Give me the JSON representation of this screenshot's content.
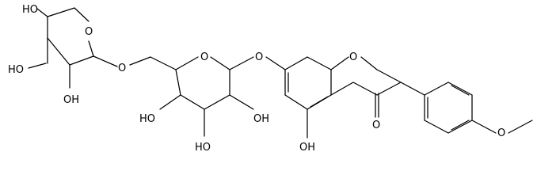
{
  "structure": {
    "atoms": [
      {
        "id": "ho_xyl_top",
        "text": "HO"
      },
      {
        "id": "o_xyl_ring",
        "text": "O"
      },
      {
        "id": "o_link1",
        "text": "O"
      },
      {
        "id": "o_glc_ring",
        "text": "O"
      },
      {
        "id": "o_link2",
        "text": "O"
      },
      {
        "id": "o_chromone_ring",
        "text": "O"
      },
      {
        "id": "ho_xyl_left",
        "text": "HO"
      },
      {
        "id": "oh_xyl",
        "text": "OH"
      },
      {
        "id": "ho_glc_left",
        "text": "HO"
      },
      {
        "id": "oh_glc_right",
        "text": "OH"
      },
      {
        "id": "ho_glc_bottom",
        "text": "HO"
      },
      {
        "id": "oh_chromone",
        "text": "OH"
      },
      {
        "id": "o_carbonyl",
        "text": "O"
      },
      {
        "id": "o_methoxy",
        "text": "O"
      }
    ]
  }
}
